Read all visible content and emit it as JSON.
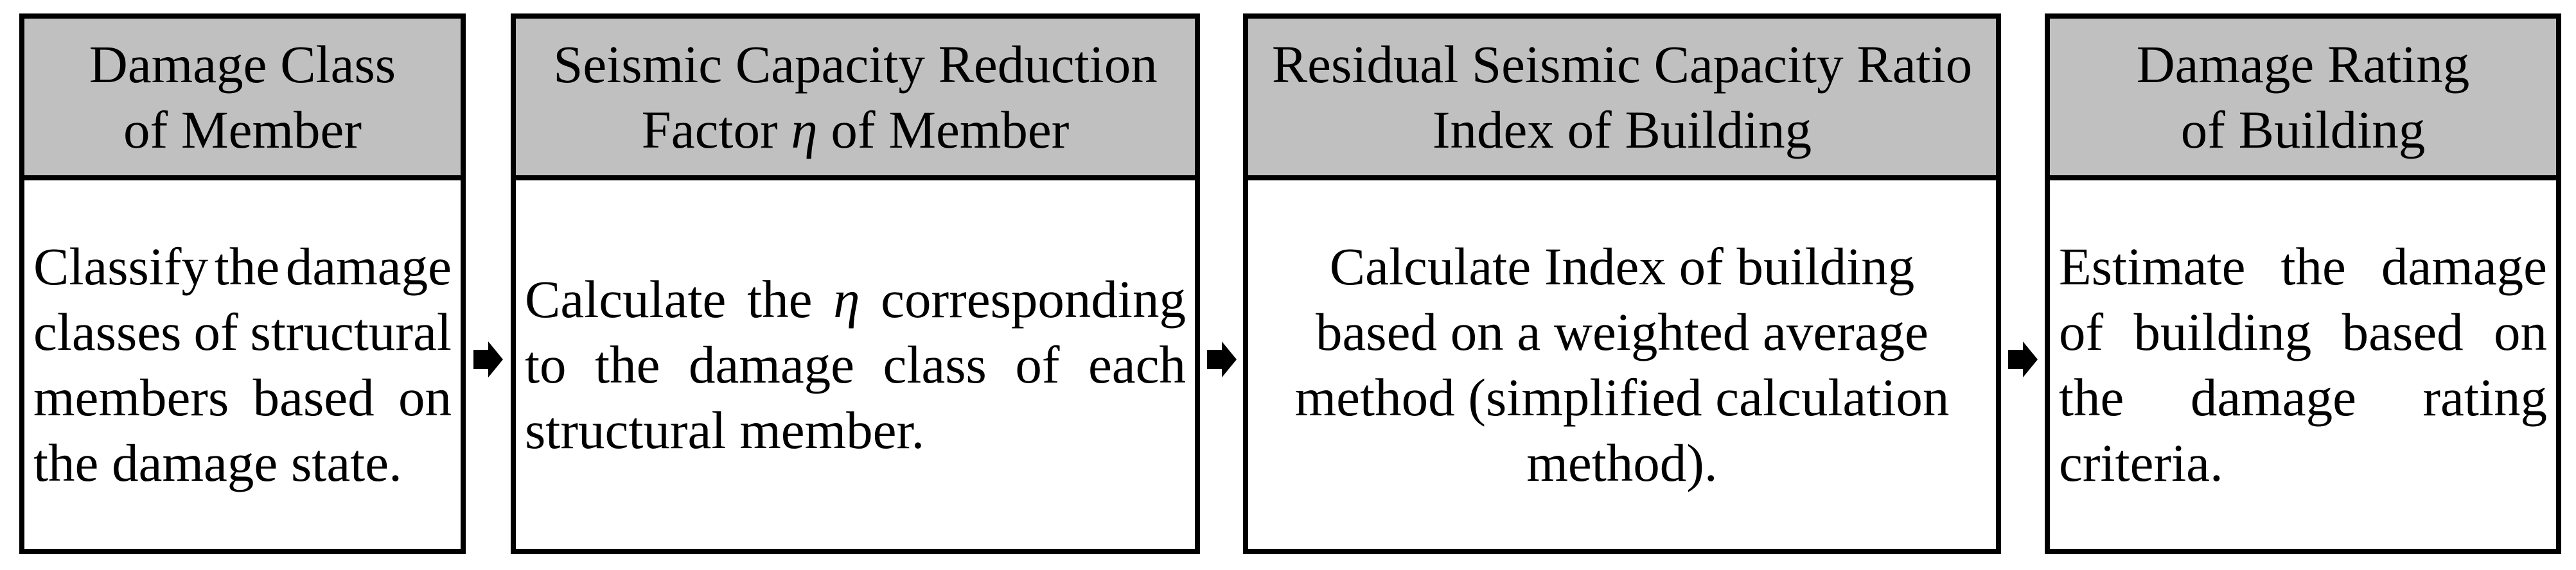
{
  "colors": {
    "background": "#ffffff",
    "header_bg": "#c0c0c0",
    "border": "#000000",
    "text": "#000000",
    "arrow": "#000000"
  },
  "flow": {
    "connector_icon": "right-arrow",
    "steps": [
      {
        "id": "damage-class-of-member",
        "header_lines": [
          "Damage Class",
          "of Member"
        ],
        "body_lines": [
          {
            "text": "Classify the damage",
            "justify": true
          },
          {
            "text": "classes of structural",
            "justify": true
          },
          {
            "text": "members based on",
            "justify": true
          },
          {
            "text": "the damage state.",
            "justify": false
          }
        ]
      },
      {
        "id": "seismic-capacity-reduction-factor",
        "header_lines": [
          "Seismic Capacity Reduction",
          "Factor η of Member"
        ],
        "body_lines": [
          {
            "text": "Calculate the η corresponding",
            "justify": true
          },
          {
            "text": "to the damage class of each",
            "justify": true
          },
          {
            "text": "structural member.",
            "justify": false
          }
        ]
      },
      {
        "id": "residual-seismic-capacity-ratio-index",
        "header_lines": [
          "Residual Seismic Capacity Ratio",
          "Index of Building"
        ],
        "body_lines": [
          {
            "text": "Calculate Index of building",
            "justify": false
          },
          {
            "text": "based on a weighted average",
            "justify": false
          },
          {
            "text": "method (simplified calculation",
            "justify": false
          },
          {
            "text": "method).",
            "justify": false
          }
        ]
      },
      {
        "id": "damage-rating-of-building",
        "header_lines": [
          "Damage Rating",
          "of Building"
        ],
        "body_lines": [
          {
            "text": "Estimate the damage",
            "justify": true
          },
          {
            "text": "of building based on",
            "justify": true
          },
          {
            "text": "the damage rating",
            "justify": true
          },
          {
            "text": "criteria.",
            "justify": false
          }
        ]
      }
    ]
  }
}
